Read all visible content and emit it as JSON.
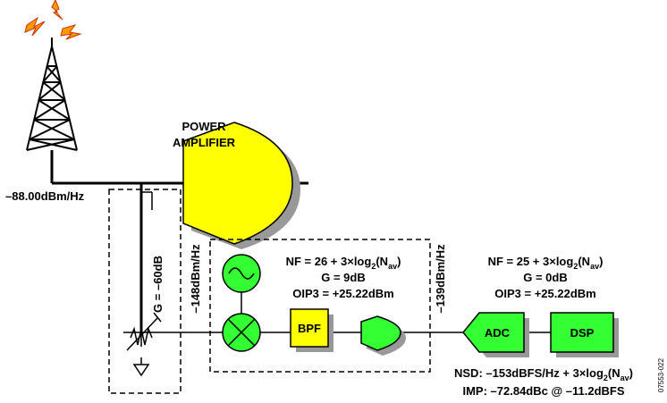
{
  "tower": {
    "level_label": "–88.00dBm/Hz"
  },
  "power_amplifier": {
    "label_line1": "POWER",
    "label_line2": "AMPLIFIER"
  },
  "coupler": {
    "gain_label": "G = –60dB"
  },
  "mixer_input": {
    "level_label": "–148dBm/Hz"
  },
  "mixer_stage": {
    "nf_prefix": "NF = 26 + 3×log",
    "nf_sub": "2",
    "nf_mid": "(N",
    "nf_sub2": "av",
    "nf_suffix": ")",
    "gain": "G = 9dB",
    "oip3": "OIP3 = +25.22dBm",
    "bpf_label": "BPF"
  },
  "adc_input": {
    "level_label": "–139dBm/Hz"
  },
  "adc_stage": {
    "nf_prefix": "NF = 25 + 3×log",
    "nf_sub": "2",
    "nf_mid": "(N",
    "nf_sub2": "av",
    "nf_suffix": ")",
    "gain": "G = 0dB",
    "oip3": "OIP3 = +25.22dBm",
    "adc_label": "ADC",
    "dsp_label": "DSP"
  },
  "footer": {
    "nsd_prefix": "NSD: –153dBFS/Hz + 3×log",
    "nsd_sub": "2",
    "nsd_mid": "(N",
    "nsd_sub2": "av",
    "nsd_suffix": ")",
    "imp": "IMP: –72.84dBc @ –11.2dBFS"
  },
  "figure_id": "07553-022",
  "colors": {
    "yellow": "#ffff00",
    "green": "#33ff33",
    "shadow": "#999999",
    "lightning": "#ff9900"
  }
}
